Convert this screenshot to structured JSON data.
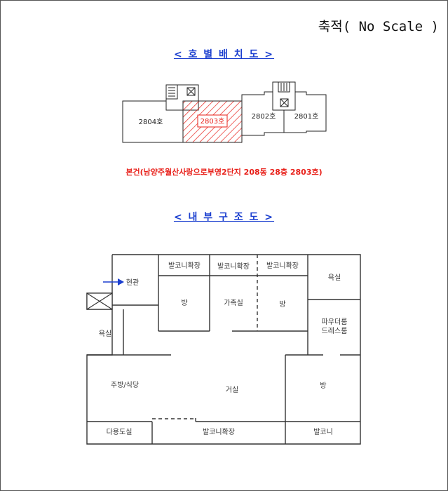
{
  "scale_note": "축적( No Scale )",
  "unit_layout": {
    "heading": "< 호 별 배 치 도 >",
    "units": {
      "u2804": "2804호",
      "u2803": "2803호",
      "u2802": "2802호",
      "u2801": "2801호"
    },
    "subject_unit_color": "#e8201a"
  },
  "address": "본건(남양주월산사랑으로부영2단지 208동 28층 2803호)",
  "interior": {
    "heading": "< 내 부 구 조 도 >",
    "rooms": {
      "entrance": "현관",
      "balcony_ext_1": "발코니확장",
      "balcony_ext_2": "발코니확장",
      "balcony_ext_3": "발코니확장",
      "bath_top": "욕실",
      "room_left": "방",
      "family_room": "가족실",
      "room_mid": "방",
      "powder_dress": [
        "파우더룸",
        "드레스룸"
      ],
      "bath_left": "욕실",
      "kitchen": "주방/식당",
      "living": "거실",
      "room_right": "방",
      "utility": "다용도실",
      "balcony_ext_bottom": "발코니확장",
      "balcony": "발코니"
    }
  },
  "colors": {
    "heading": "#1b3fcf",
    "address": "#e8201a",
    "entrance_arrow": "#1b3fcf"
  }
}
